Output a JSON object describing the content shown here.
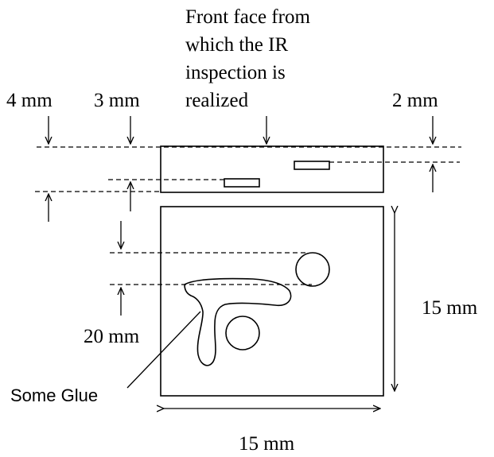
{
  "labels": {
    "front_face_line1": "Front face from",
    "front_face_line2": "which the IR",
    "front_face_line3": "inspection is",
    "front_face_line4": "realized",
    "dim_4mm": "4 mm",
    "dim_3mm": "3 mm",
    "dim_2mm": "2 mm",
    "dim_20mm": "20 mm",
    "dim_15mm_side": "15 mm",
    "dim_15mm_bottom": "15 mm",
    "glue": "Some Glue"
  }
}
